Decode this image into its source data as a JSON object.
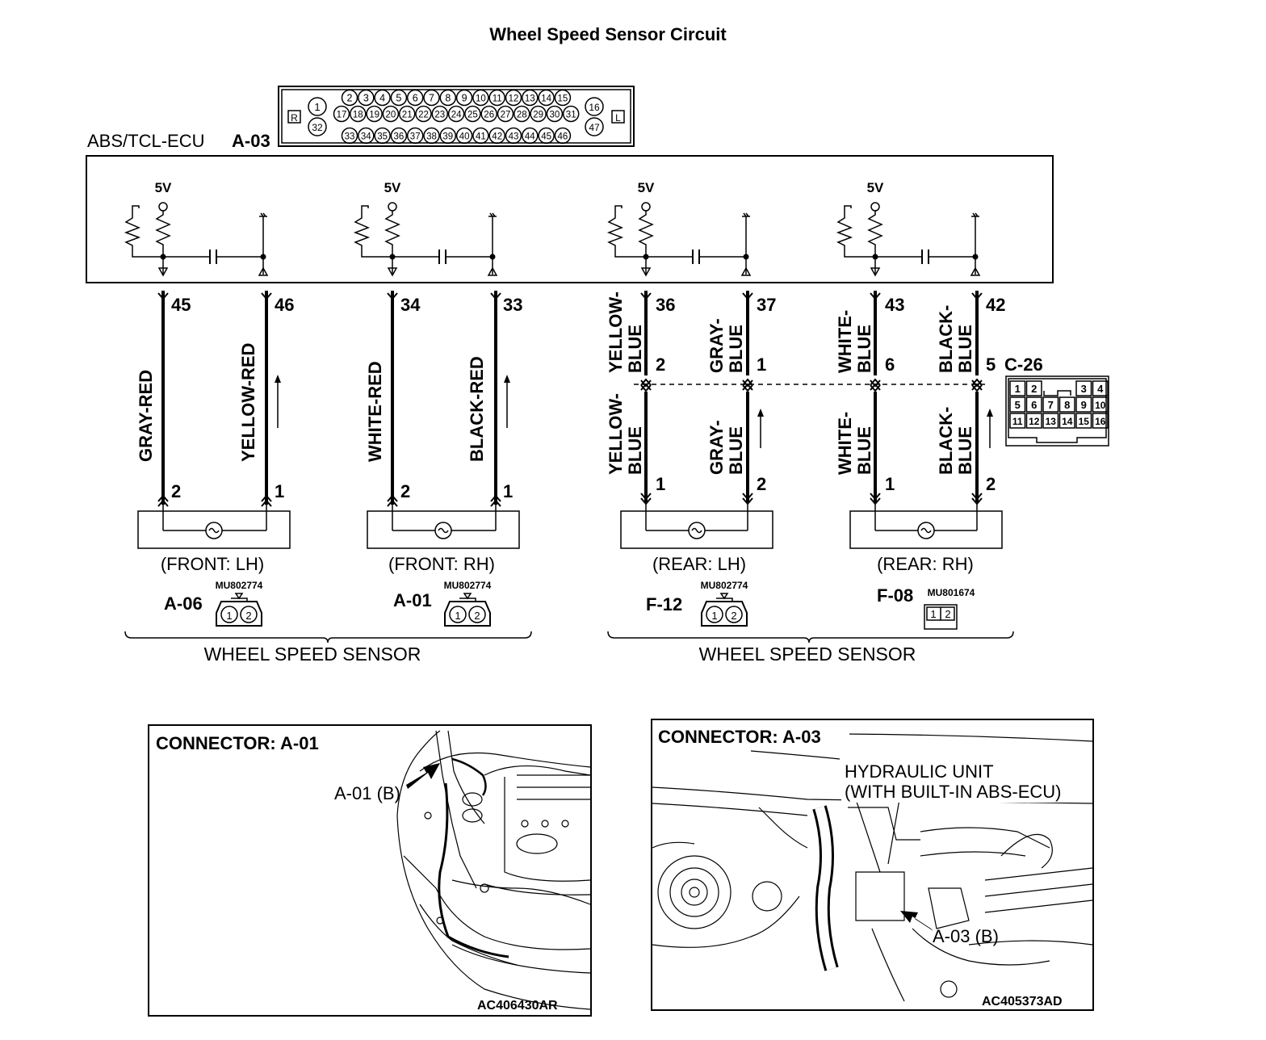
{
  "title": "Wheel Speed Sensor Circuit",
  "ecu": {
    "label": "ABS/TCL-ECU",
    "connector": "A-03",
    "pinout": {
      "left_tag": "R",
      "right_tag": "L",
      "row1": [
        "2",
        "3",
        "4",
        "5",
        "6",
        "7",
        "8",
        "9",
        "10",
        "11",
        "12",
        "13",
        "14",
        "15"
      ],
      "row2": [
        "17",
        "18",
        "19",
        "20",
        "21",
        "22",
        "23",
        "24",
        "25",
        "26",
        "27",
        "28",
        "29",
        "30",
        "31"
      ],
      "row3": [
        "33",
        "34",
        "35",
        "36",
        "37",
        "38",
        "39",
        "40",
        "41",
        "42",
        "43",
        "44",
        "45",
        "46"
      ],
      "left_col": [
        "1",
        "32"
      ],
      "right_col": [
        "16",
        "47"
      ]
    },
    "supply_label": "5V"
  },
  "circuits": [
    {
      "id": "front-lh",
      "pins": [
        "45",
        "46"
      ],
      "wires": [
        "GRAY-RED",
        "YELLOW-RED"
      ],
      "sensor_pins": [
        "2",
        "1"
      ],
      "sensor_label": "(FRONT: LH)",
      "connector": "A-06",
      "part": "MU802774",
      "connector_pins": [
        "1",
        "2"
      ]
    },
    {
      "id": "front-rh",
      "pins": [
        "34",
        "33"
      ],
      "wires": [
        "WHITE-RED",
        "BLACK-RED"
      ],
      "sensor_pins": [
        "2",
        "1"
      ],
      "sensor_label": "(FRONT: RH)",
      "connector": "A-01",
      "part": "MU802774",
      "connector_pins": [
        "1",
        "2"
      ]
    },
    {
      "id": "rear-lh",
      "pins": [
        "36",
        "37"
      ],
      "mid_pins": [
        "2",
        "1"
      ],
      "wires_upper": [
        [
          "YELLOW-",
          "BLUE"
        ],
        [
          "GRAY-",
          "BLUE"
        ]
      ],
      "wires_lower": [
        [
          "YELLOW-",
          "BLUE"
        ],
        [
          "GRAY-",
          "BLUE"
        ]
      ],
      "sensor_pins": [
        "1",
        "2"
      ],
      "sensor_label": "(REAR: LH)",
      "connector": "F-12",
      "part": "MU802774",
      "connector_pins": [
        "1",
        "2"
      ]
    },
    {
      "id": "rear-rh",
      "pins": [
        "43",
        "42"
      ],
      "mid_pins": [
        "6",
        "5"
      ],
      "wires_upper": [
        [
          "WHITE-",
          "BLUE"
        ],
        [
          "BLACK-",
          "BLUE"
        ]
      ],
      "wires_lower": [
        [
          "WHITE-",
          "BLUE"
        ],
        [
          "BLACK-",
          "BLUE"
        ]
      ],
      "sensor_pins": [
        "1",
        "2"
      ],
      "sensor_label": "(REAR: RH)",
      "connector": "F-08",
      "part": "MU801674",
      "connector_pins": [
        "1",
        "2"
      ]
    }
  ],
  "junction": {
    "connector": "C-26",
    "grid": [
      [
        "1",
        "2",
        "",
        "3",
        "4"
      ],
      [
        "5",
        "6",
        "7",
        "8",
        "9",
        "10"
      ],
      [
        "11",
        "12",
        "13",
        "14",
        "15",
        "16"
      ]
    ]
  },
  "groups": [
    "WHEEL SPEED SENSOR",
    "WHEEL SPEED SENSOR"
  ],
  "photos": [
    {
      "title": "CONNECTOR: A-01",
      "callout": "A-01 (B)",
      "code": "AC406430AR"
    },
    {
      "title": "CONNECTOR: A-03",
      "callout": "A-03 (B)",
      "note_line1": "HYDRAULIC UNIT",
      "note_line2": "(WITH BUILT-IN ABS-ECU)",
      "code": "AC405373AD"
    }
  ]
}
